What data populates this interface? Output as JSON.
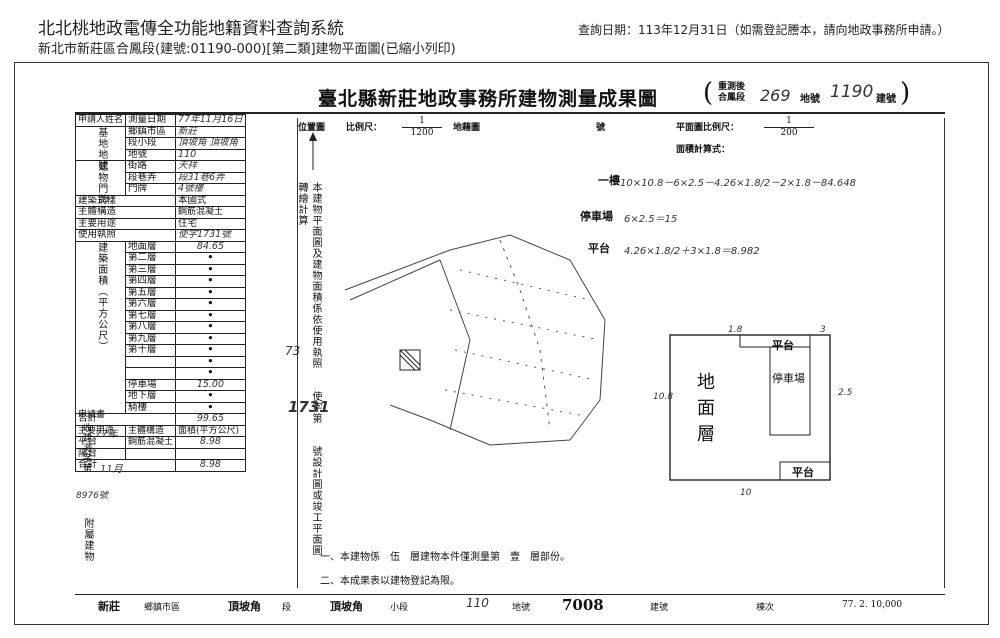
{
  "header": {
    "system_title": "北北桃地政電傳全功能地籍資料查詢系統",
    "subtitle": "新北市新莊區合鳳段(建號:01190-000)[第二類]建物平面圖(已縮小列印)",
    "query_date": "查詢日期：113年12月31日（如需登記謄本，請向地政事務所申請。）"
  },
  "doc": {
    "title": "臺北縣新莊地政事務所建物測量成果圖",
    "remeasure_label_1": "重測後",
    "remeasure_label_2": "合鳳段",
    "section_number": "269",
    "land_label": "地號",
    "building_number": "1190",
    "building_label": "建號",
    "position_label": "位置圖",
    "scale_label": "比例尺：",
    "scale_num": "1",
    "scale_den": "1200",
    "base_map_label": "地藉圖",
    "number_label": "號",
    "plan_scale_label": "平面圖比例尺：",
    "plan_scale_num": "1",
    "plan_scale_den": "200",
    "area_calc_label": "面積計算式：",
    "calc_floor1_label": "一樓",
    "calc_floor1": "10×10.8－6×2.5－4.26×1.8/2－2×1.8－84.648",
    "calc_parking_label": "停車場",
    "calc_parking": "6×2.5＝15",
    "calc_platform_label": "平台",
    "calc_platform": "4.26×1.8/2＋3×1.8＝8.982",
    "vertical_note": "本建物平面圖及建物面積係依使用執照　　使字第　　號設計圖或竣工平面圖轉繪計算",
    "license_hand": "73",
    "license_no_hand": "1731",
    "note_1": "一、本建物係　伍　層建物本件僅測量第　壹　層部份。",
    "note_2": "二、本成果表以建物登記為限。",
    "footer_district": "新莊",
    "footer_district_label": "鄉鎮市區",
    "footer_section": "頂坡角",
    "footer_section_label": "段",
    "footer_subsection": "頂坡角",
    "footer_subsection_label": "小段",
    "footer_land_no": "110",
    "footer_land_label": "地號",
    "footer_building_no": "7008",
    "footer_building_label": "建號",
    "footer_batch_label": "棟次",
    "footer_date": "77. 2. 10,000"
  },
  "plan": {
    "main_label_1": "地",
    "main_label_2": "面",
    "main_label_3": "層",
    "parking_label": "停車場",
    "platform_top": "平台",
    "platform_bottom": "平台",
    "dim_left": "10.8",
    "dim_bottom": "10",
    "dim_top": "1.8",
    "dim_top_right": "3",
    "dim_right": "2.5"
  },
  "form": {
    "applicant_label": "申請人姓名",
    "survey_date_label": "測量日期",
    "survey_date": "77年11月16日",
    "site_label": "基地地號",
    "township_label": "鄉鎮市區",
    "township": "新莊",
    "section_label": "段小段",
    "section": "頂坡角 頂坡角",
    "landno_label": "地號",
    "landno": "110",
    "door_label": "建物門牌",
    "street_label": "街路",
    "street": "天祥",
    "lane_label": "段巷弄",
    "lane": "段31巷6弄",
    "doorno_label": "門牌",
    "doorno": "4號樓",
    "style_label": "建築式樣",
    "style": "本國式",
    "structure_label": "主體構造",
    "structure": "鋼筋混凝土",
    "use_label": "主要用途",
    "use": "住宅",
    "license_label": "使用執照",
    "license": "使字1731號",
    "area_section_label": "建築面積（平方公尺）",
    "floors": [
      {
        "name": "地面層",
        "area": "84.65"
      },
      {
        "name": "第二層",
        "area": ""
      },
      {
        "name": "第三層",
        "area": ""
      },
      {
        "name": "第四層",
        "area": ""
      },
      {
        "name": "第五層",
        "area": ""
      },
      {
        "name": "第六層",
        "area": ""
      },
      {
        "name": "第七層",
        "area": ""
      },
      {
        "name": "第八層",
        "area": ""
      },
      {
        "name": "第九層",
        "area": ""
      },
      {
        "name": "第十層",
        "area": ""
      },
      {
        "name": "",
        "area": ""
      },
      {
        "name": "",
        "area": ""
      },
      {
        "name": "停車場",
        "area": "15.00"
      },
      {
        "name": "地下層",
        "area": ""
      },
      {
        "name": "騎樓",
        "area": ""
      }
    ],
    "total_label": "合計",
    "total": "99.65",
    "applicant_no_label": "申請書",
    "applicant_case_label": "收建測字第",
    "case_year": "77年",
    "case_month": "11月",
    "case_no": "8976號",
    "attached_label": "附屬建物",
    "attached_use_label": "主要用途",
    "attached_struct_label": "主體構造",
    "attached_area_label": "面積(平方公尺)",
    "attached_rows": [
      {
        "use": "平台",
        "struct": "鋼筋混凝土",
        "area": "8.98"
      },
      {
        "use": "陽台",
        "struct": "",
        "area": ""
      }
    ],
    "attached_total_label": "合計",
    "attached_total": "8.98"
  }
}
